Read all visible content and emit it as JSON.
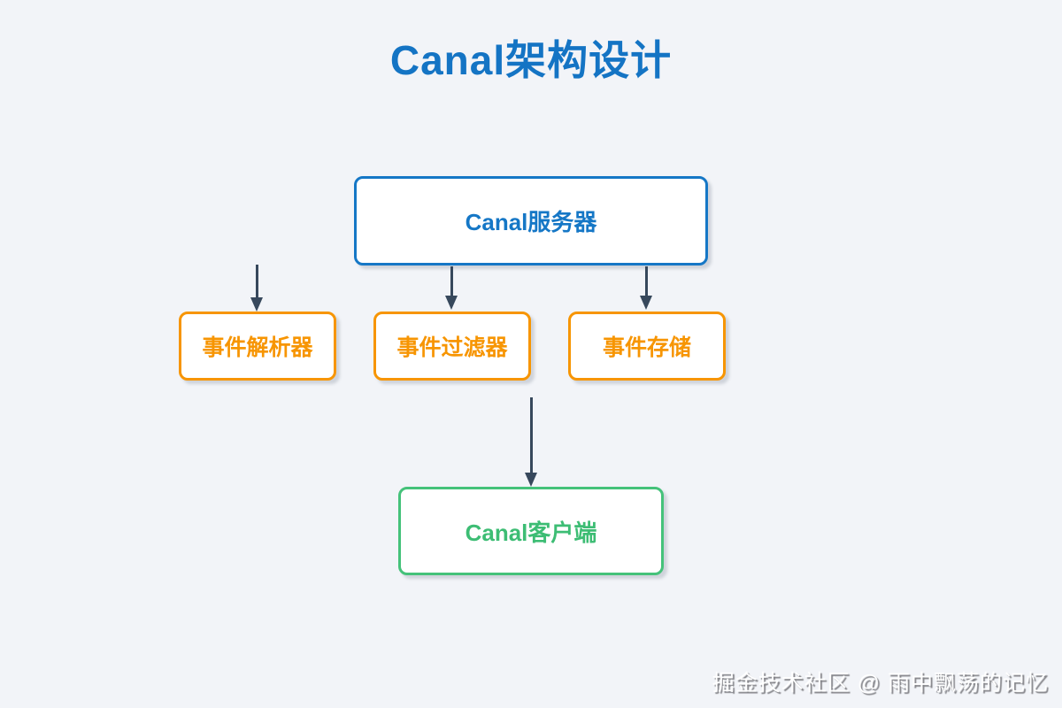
{
  "diagram": {
    "title": "Canal架构设计",
    "title_color": "#1474c4",
    "background_color": "#f2f4f8",
    "arrow_color": "#37485c",
    "nodes": [
      {
        "id": "server",
        "label": "Canal服务器",
        "color": "#1577c6"
      },
      {
        "id": "parser",
        "label": "事件解析器",
        "color": "#f79502"
      },
      {
        "id": "filter",
        "label": "事件过滤器",
        "color": "#f79502"
      },
      {
        "id": "store",
        "label": "事件存储",
        "color": "#f79502"
      },
      {
        "id": "client",
        "label": "Canal客户端",
        "color": "#45c27a"
      }
    ],
    "edges": [
      {
        "from": "server",
        "to": "parser",
        "direction": "down"
      },
      {
        "from": "server",
        "to": "filter",
        "direction": "down"
      },
      {
        "from": "server",
        "to": "store",
        "direction": "down"
      },
      {
        "from": "server",
        "to": "client",
        "direction": "down"
      }
    ]
  },
  "watermark": {
    "text": "掘金技术社区 @ 雨中飘荡的记忆"
  }
}
